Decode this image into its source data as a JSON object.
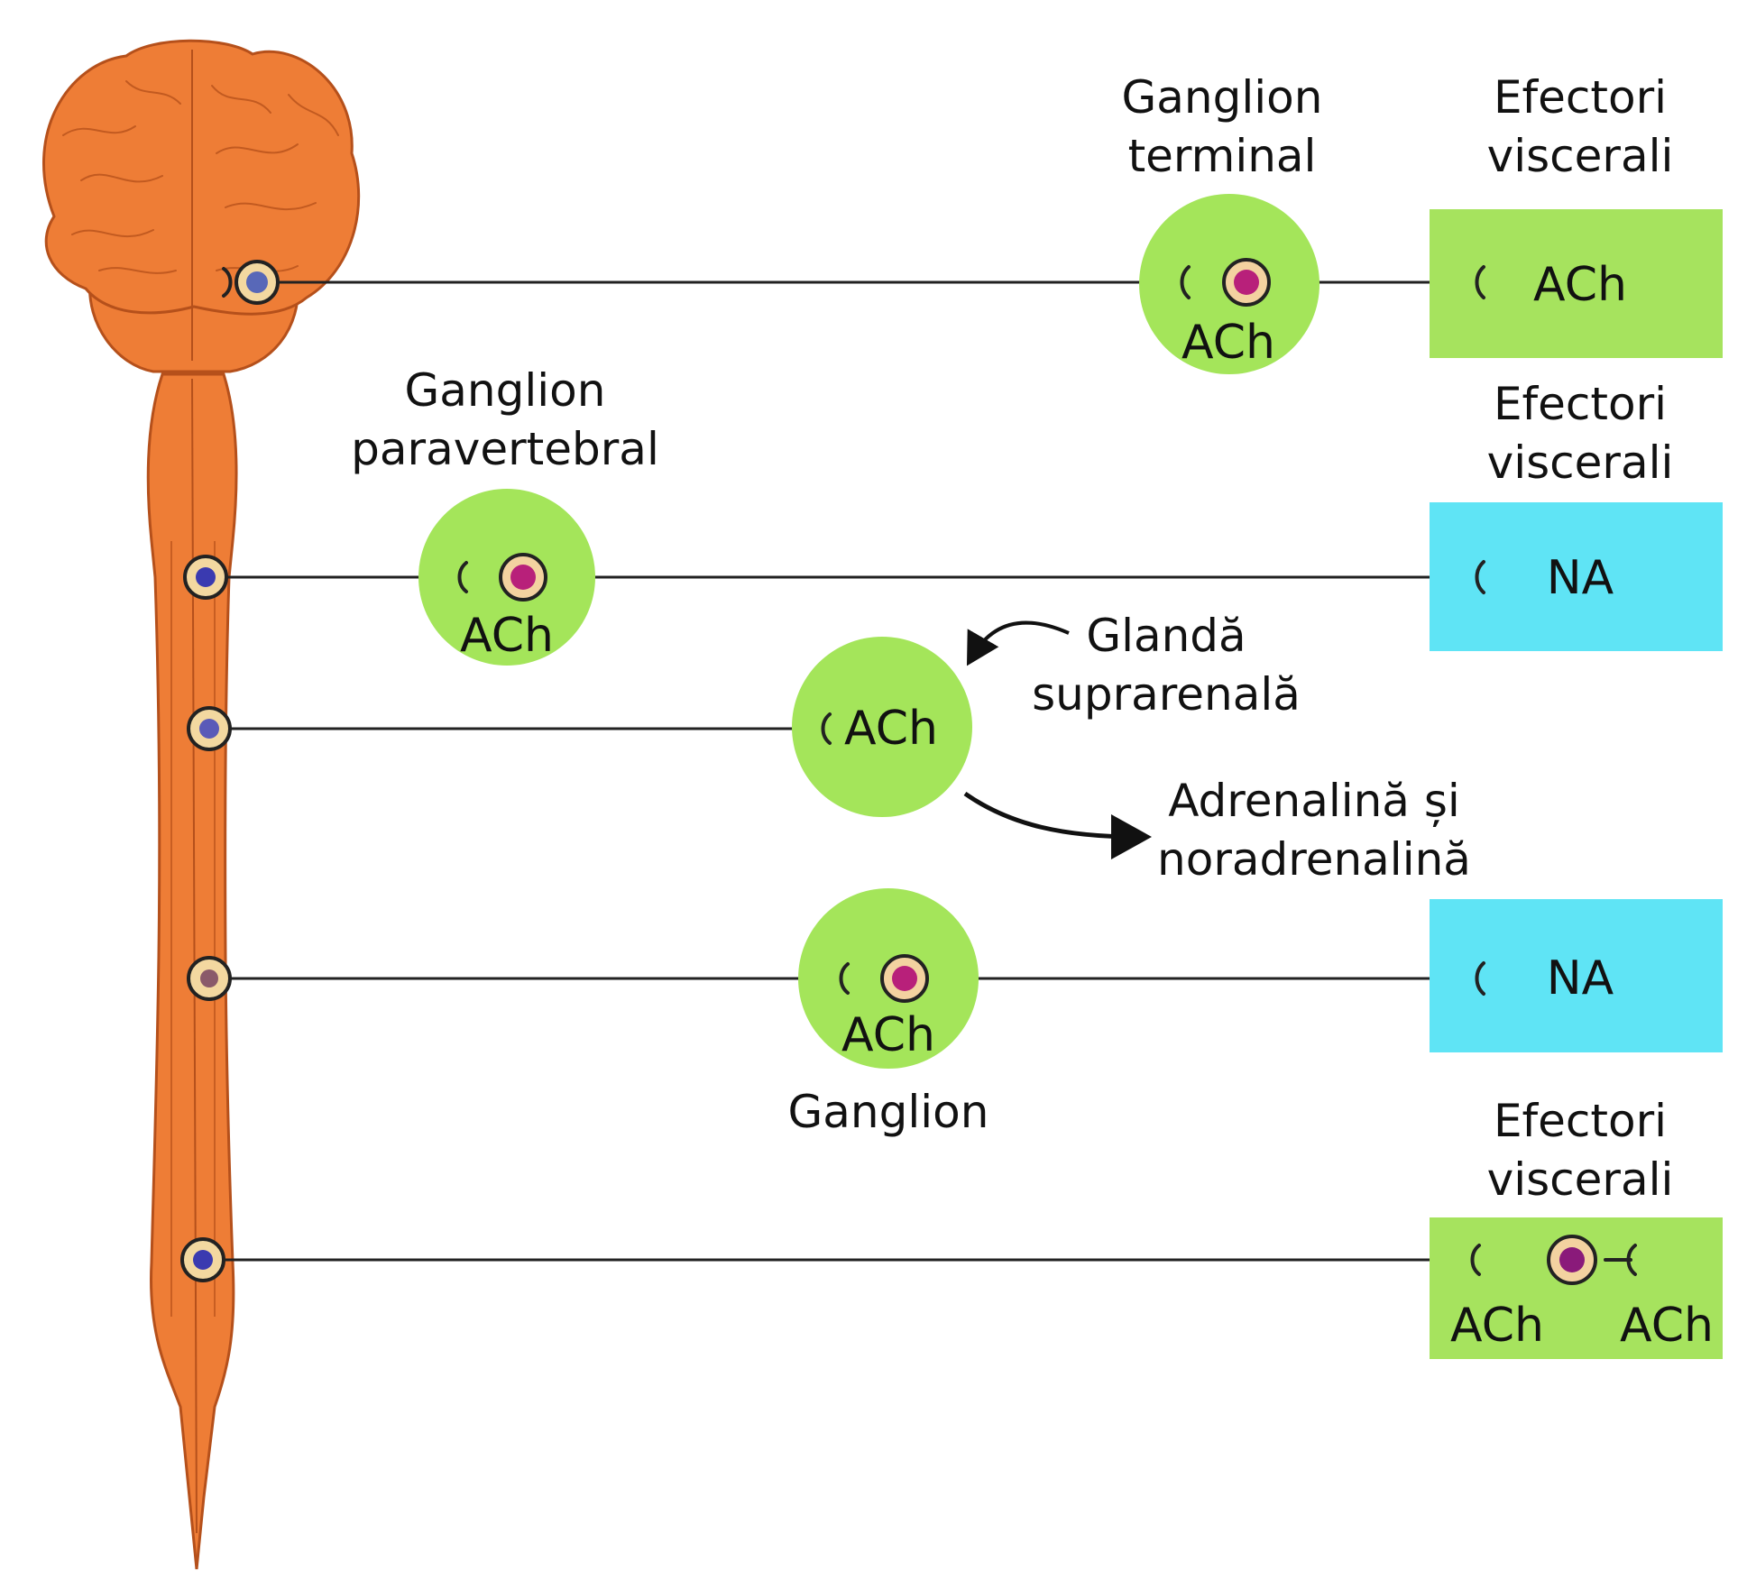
{
  "labels": {
    "terminal_ganglion": [
      "Ganglion",
      "terminal"
    ],
    "paravertebral_ganglion": [
      "Ganglion",
      "paravertebral"
    ],
    "ganglion": "Ganglion",
    "adrenal_gland": [
      "Glandă",
      "suprarenală"
    ],
    "hormones": [
      "Adrenalină și",
      "noradrenalină"
    ],
    "effectors_1": [
      "Efectori",
      "viscerali"
    ],
    "effectors_2": [
      "Efectori",
      "viscerali"
    ],
    "effectors_3": [
      "Efectori",
      "viscerali"
    ]
  },
  "transmitters": {
    "terminal_ganglion": "ACh",
    "effector_1": "ACh",
    "paravertebral_ganglion": "ACh",
    "effector_2": "NA",
    "adrenal_gland": "ACh",
    "lower_ganglion": "ACh",
    "effector_3": "NA",
    "effector_4_left": "ACh",
    "effector_4_right": "ACh"
  },
  "colors": {
    "cns": "#ee7d36",
    "cns_dark": "#b5501b",
    "ganglion_green": "#a4e55a",
    "effector_green": "#a6e35e",
    "effector_blue": "#5fe4f5",
    "axon": "#222222",
    "neuron_ring": "#c9773a",
    "nucleus": "#b8207a"
  }
}
